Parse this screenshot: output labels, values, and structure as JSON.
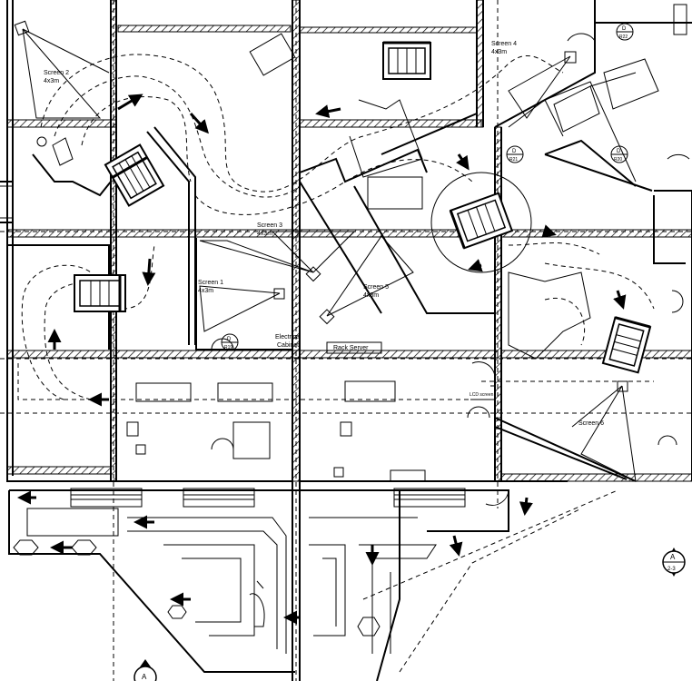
{
  "screens": [
    {
      "label": "Screen 1",
      "size": "4x3m"
    },
    {
      "label": "Screen 2",
      "size": "4x3m"
    },
    {
      "label": "Screen 3",
      "size": "4x3m"
    },
    {
      "label": "Screen 4",
      "size": "4x3m"
    },
    {
      "label": "Screen 5",
      "size": "4x3m"
    },
    {
      "label": "Screen 6",
      "size": ""
    }
  ],
  "equipment": {
    "electrical_cabinet_line1": "Electrical",
    "electrical_cabinet_line2": "Cabinet",
    "rack_server": "Rack Server",
    "lcd_screen": "LCD screen"
  },
  "door_tags": [
    {
      "letter": "D",
      "number": "R21"
    },
    {
      "letter": "D",
      "number": "R20"
    },
    {
      "letter": "D",
      "number": "R22"
    },
    {
      "letter": "D",
      "number": "R19"
    }
  ],
  "section_markers": [
    {
      "letter": "A",
      "sheet": "2-3"
    },
    {
      "letter": "A",
      "sheet": ""
    }
  ]
}
